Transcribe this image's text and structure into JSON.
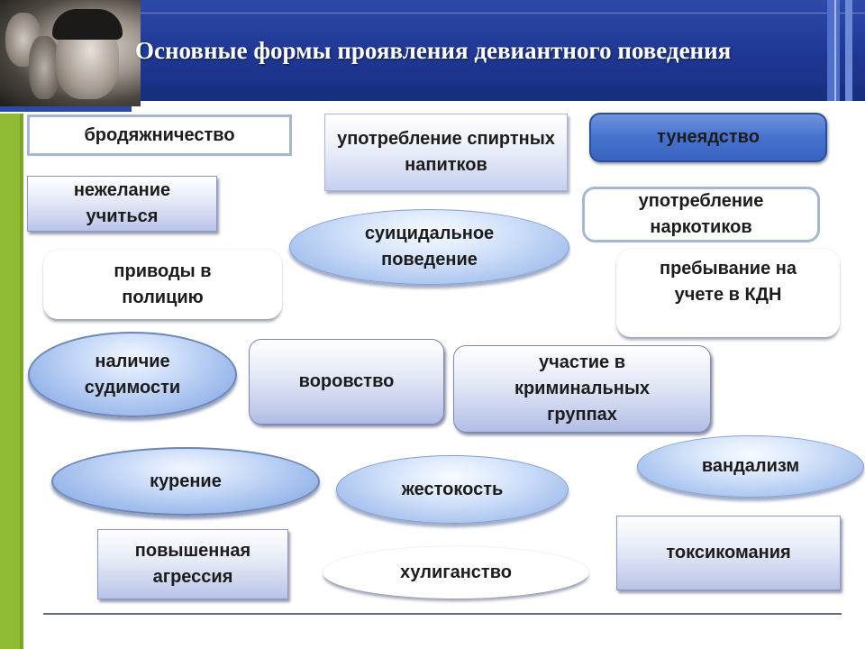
{
  "title": "Основные формы проявления девиантного поведения",
  "forms": {
    "vagrancy": "бродяжничество",
    "alcohol_use": "употребление спиртных напитков",
    "parasitism": "тунеядство",
    "unwilling_to_study": "нежелание учиться",
    "drug_use": "употребление наркотиков",
    "suicidal_behavior": "суицидальное поведение",
    "police_detentions": "приводы в полицию",
    "kdn_registration": "пребывание на учете в КДН",
    "criminal_record": "наличие судимости",
    "theft": "воровство",
    "criminal_groups": "участие в криминальных группах",
    "vandalism": "вандализм",
    "smoking": "курение",
    "cruelty": "жестокость",
    "increased_aggression": "повышенная агрессия",
    "substance_abuse": "токсикомания",
    "hooliganism": "хулиганство"
  },
  "colors": {
    "header": "#1f3794",
    "side_bar": "#8fbc34",
    "accent_blue": "#4672cd"
  }
}
